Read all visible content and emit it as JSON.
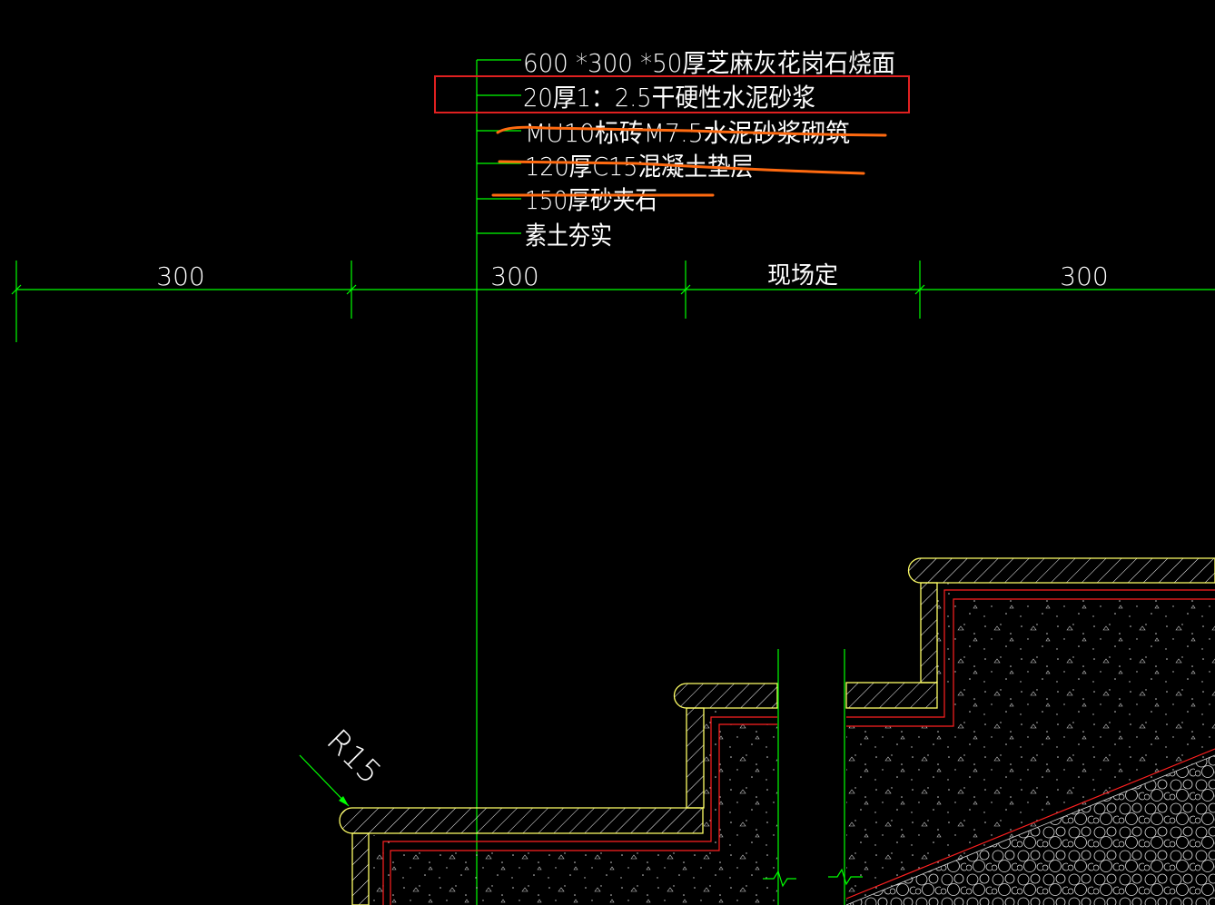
{
  "drawing": {
    "callout_layers": [
      "600 *300 *50厚芝麻灰花岗石烧面",
      "20厚1：2.5干硬性水泥砂浆",
      "MU10标砖M7.5水泥砂浆砌筑",
      "120厚C15混凝土垫层",
      "150厚砂夹石",
      "素土夯实"
    ],
    "dimensions": [
      "300",
      "300",
      "现场定",
      "300"
    ],
    "radius_label": "R15",
    "colors": {
      "background": "#000000",
      "leader_line": "#00ff00",
      "text": "#ffffff",
      "stone_outline": "#ffff66",
      "hatch": "#ffffff",
      "mortar_line": "#ff2020",
      "highlight_box": "#e02020",
      "strike_mark": "#ff6a10"
    }
  }
}
